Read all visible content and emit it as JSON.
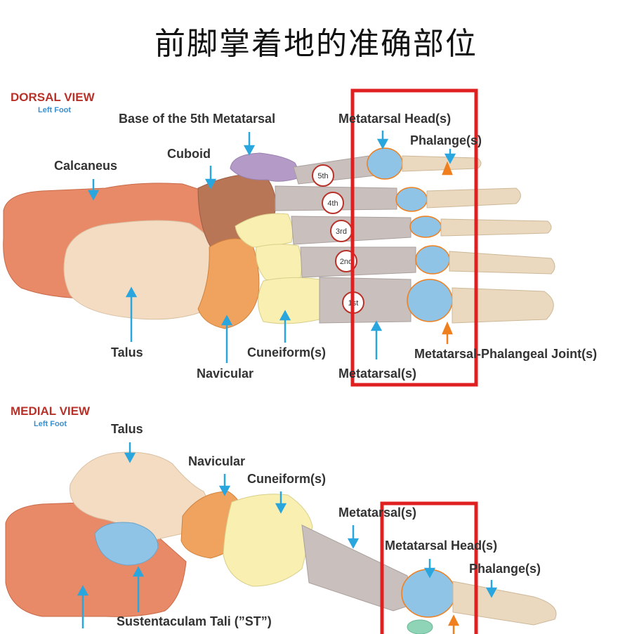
{
  "title": "前脚掌着地的准确部位",
  "dorsal": {
    "view_title": "DORSAL VIEW",
    "view_sub": "Left Foot",
    "labels": {
      "base5th": "Base of the 5th Metatarsal",
      "cuboid": "Cuboid",
      "calcaneus": "Calcaneus",
      "talus": "Talus",
      "navicular": "Navicular",
      "cuneiform": "Cuneiform(s)",
      "metatarsal_heads": "Metatarsal Head(s)",
      "phalanges": "Phalange(s)",
      "metatarsals": "Metatarsal(s)",
      "mtp_joint": "Metatarsal-Phalangeal Joint(s)"
    },
    "digits": [
      "5th",
      "4th",
      "3rd",
      "2nd",
      "1st"
    ]
  },
  "medial": {
    "view_title": "MEDIAL VIEW",
    "view_sub": "Left Foot",
    "labels": {
      "talus": "Talus",
      "navicular": "Navicular",
      "cuneiform": "Cuneiform(s)",
      "metatarsal": "Metatarsal(s)",
      "metatarsal_head": "Metatarsal Head(s)",
      "phalange": "Phalange(s)",
      "st": "Sustentaculam Tali (”ST”)"
    }
  },
  "colors": {
    "highlight_box": "#e02020",
    "arrow_blue": "#2aa6df",
    "arrow_orange": "#f07f1e",
    "calcaneus": "#e88a67",
    "talus": "#f3dcc2",
    "cuboid": "#b97657",
    "navicular": "#f0a35e",
    "cuneiform": "#f8efb0",
    "metatarsal": "#c9bfbd",
    "metatarsal_head": "#8fc4e6",
    "phalange": "#ead8bf",
    "base5th": "#b49ac6"
  }
}
